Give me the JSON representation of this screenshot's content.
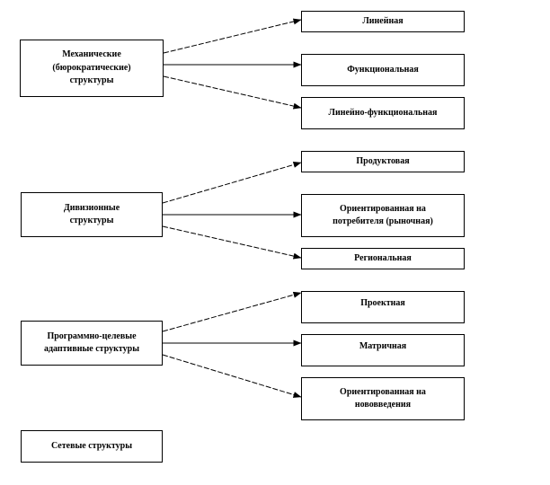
{
  "categories": [
    {
      "label": "Механические\n(бюрократические)\nструктуры",
      "types": [
        {
          "label": "Линейная"
        },
        {
          "label": "Функциональная"
        },
        {
          "label": "Линейно-функциональная"
        }
      ]
    },
    {
      "label": "Дивизионные\nструктуры",
      "types": [
        {
          "label": "Продуктовая"
        },
        {
          "label": "Ориентированная на\nпотребителя (рыночная)"
        },
        {
          "label": "Региональная"
        }
      ]
    },
    {
      "label": "Программно-целевые\nадаптивные структуры",
      "types": [
        {
          "label": "Проектная"
        },
        {
          "label": "Матричная"
        },
        {
          "label": "Ориентированная на\nнововведения"
        }
      ]
    },
    {
      "label": "Сетевые структуры",
      "types": []
    }
  ]
}
